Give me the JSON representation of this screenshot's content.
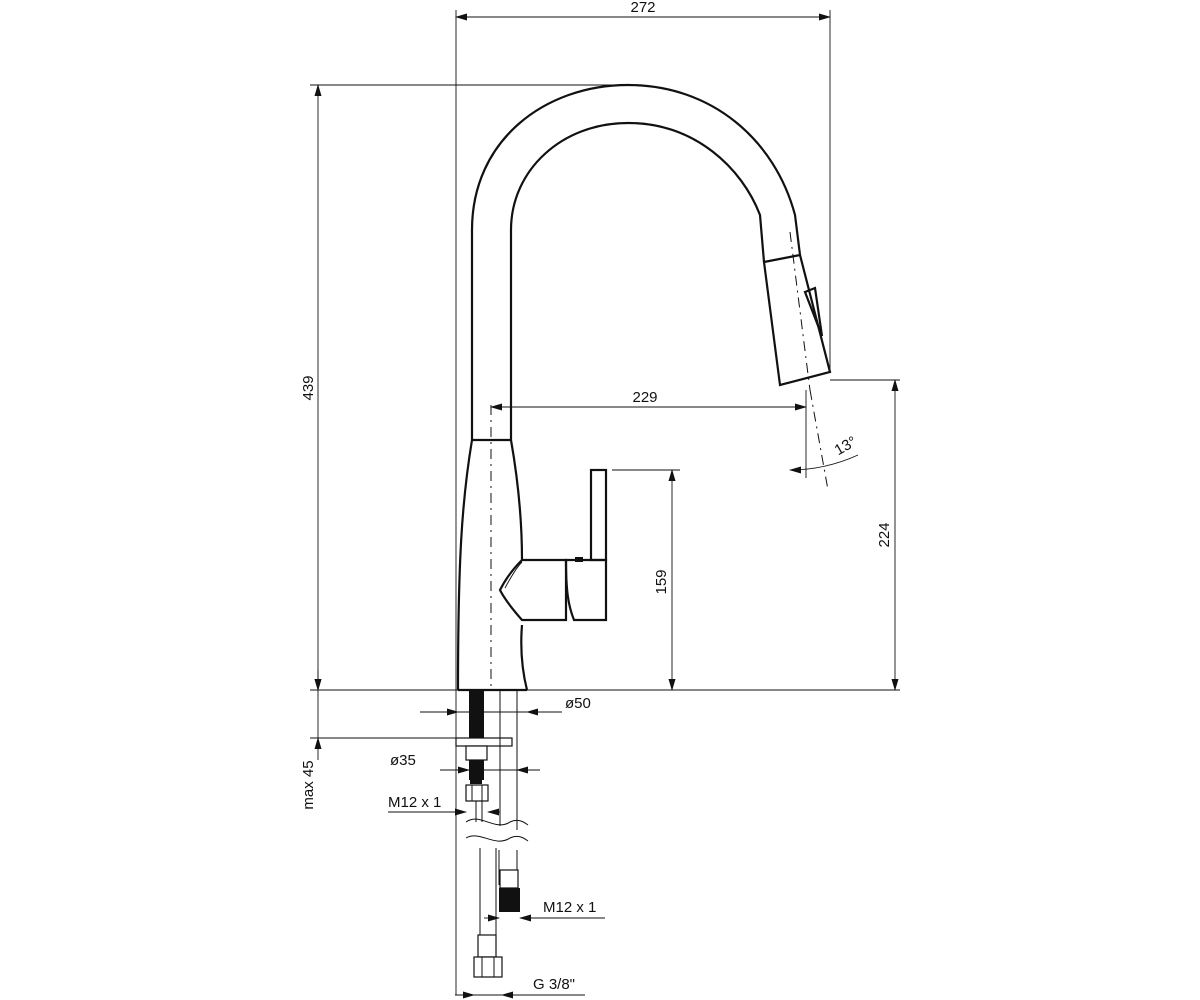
{
  "dimensions": {
    "overall_width": "272",
    "overall_height": "439",
    "spout_reach": "229",
    "spout_angle": "13°",
    "spout_outlet_height": "224",
    "handle_height": "159",
    "base_diameter": "ø50",
    "shank_diameter": "ø35",
    "mount_thickness": "max 45",
    "thread_upper": "M12 x 1",
    "thread_lower": "M12 x 1",
    "hose_connection": "G 3/8\""
  }
}
